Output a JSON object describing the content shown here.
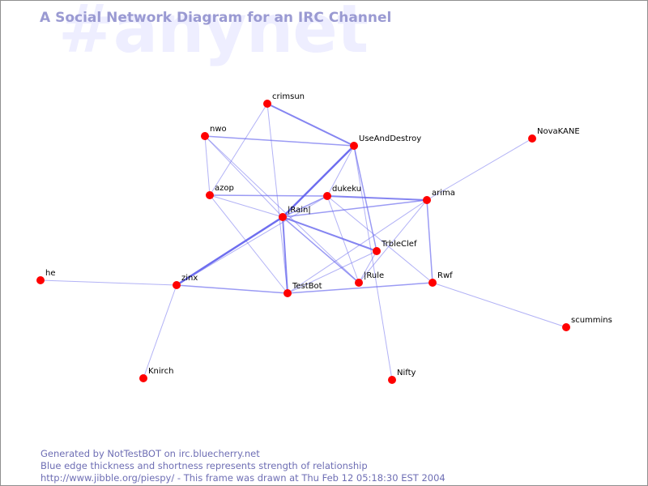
{
  "watermark": "#anynet",
  "title": "A Social Network Diagram for an IRC Channel",
  "footer": {
    "line1": "Generated by NotTestBOT on irc.bluecherry.net",
    "line2": "Blue edge thickness and shortness represents strength of relationship",
    "line3": "http://www.jibble.org/piespy/ - This frame was drawn at Thu Feb 12 05:18:30 EST 2004"
  },
  "colors": {
    "node": "#ff0000",
    "edge": "#6666ee",
    "title": "#9a9ad2",
    "footer": "#6e6eb4",
    "watermark": "#eeeeff"
  },
  "graph": {
    "nodes": [
      "crimsun",
      "nwo",
      "UseAndDestroy",
      "NovaKANE",
      "azop",
      "dukeku",
      "arima",
      "|Rain|",
      "TrbleClef",
      "he",
      "zinx",
      "TestBot",
      "|Rule",
      "Rwf",
      "scummins",
      "Knirch",
      "Nifty"
    ],
    "edges": [
      {
        "source": "crimsun",
        "target": "UseAndDestroy",
        "strength": 3
      },
      {
        "source": "crimsun",
        "target": "azop",
        "strength": 1
      },
      {
        "source": "crimsun",
        "target": "TestBot",
        "strength": 1
      },
      {
        "source": "nwo",
        "target": "UseAndDestroy",
        "strength": 2
      },
      {
        "source": "nwo",
        "target": "azop",
        "strength": 1
      },
      {
        "source": "nwo",
        "target": "|Rain|",
        "strength": 1
      },
      {
        "source": "nwo",
        "target": "|Rule",
        "strength": 1
      },
      {
        "source": "UseAndDestroy",
        "target": "|Rain|",
        "strength": 4
      },
      {
        "source": "UseAndDestroy",
        "target": "dukeku",
        "strength": 1
      },
      {
        "source": "UseAndDestroy",
        "target": "TrbleClef",
        "strength": 2
      },
      {
        "source": "UseAndDestroy",
        "target": "Nifty",
        "strength": 1
      },
      {
        "source": "NovaKANE",
        "target": "arima",
        "strength": 1
      },
      {
        "source": "azop",
        "target": "dukeku",
        "strength": 2
      },
      {
        "source": "azop",
        "target": "|Rain|",
        "strength": 1
      },
      {
        "source": "azop",
        "target": "TestBot",
        "strength": 1
      },
      {
        "source": "dukeku",
        "target": "|Rain|",
        "strength": 2
      },
      {
        "source": "dukeku",
        "target": "arima",
        "strength": 3
      },
      {
        "source": "dukeku",
        "target": "|Rule",
        "strength": 1
      },
      {
        "source": "dukeku",
        "target": "Rwf",
        "strength": 1
      },
      {
        "source": "dukeku",
        "target": "zinx",
        "strength": 1
      },
      {
        "source": "arima",
        "target": "|Rain|",
        "strength": 2
      },
      {
        "source": "arima",
        "target": "Rwf",
        "strength": 2
      },
      {
        "source": "arima",
        "target": "|Rule",
        "strength": 1
      },
      {
        "source": "arima",
        "target": "TestBot",
        "strength": 1
      },
      {
        "source": "|Rain|",
        "target": "TrbleClef",
        "strength": 3
      },
      {
        "source": "|Rain|",
        "target": "zinx",
        "strength": 4
      },
      {
        "source": "|Rain|",
        "target": "TestBot",
        "strength": 3
      },
      {
        "source": "|Rain|",
        "target": "|Rule",
        "strength": 2
      },
      {
        "source": "TrbleClef",
        "target": "TestBot",
        "strength": 1
      },
      {
        "source": "TrbleClef",
        "target": "|Rule",
        "strength": 1
      },
      {
        "source": "he",
        "target": "zinx",
        "strength": 1
      },
      {
        "source": "zinx",
        "target": "TestBot",
        "strength": 2
      },
      {
        "source": "zinx",
        "target": "Knirch",
        "strength": 1
      },
      {
        "source": "TestBot",
        "target": "Rwf",
        "strength": 2
      },
      {
        "source": "Rwf",
        "target": "scummins",
        "strength": 1
      }
    ]
  }
}
